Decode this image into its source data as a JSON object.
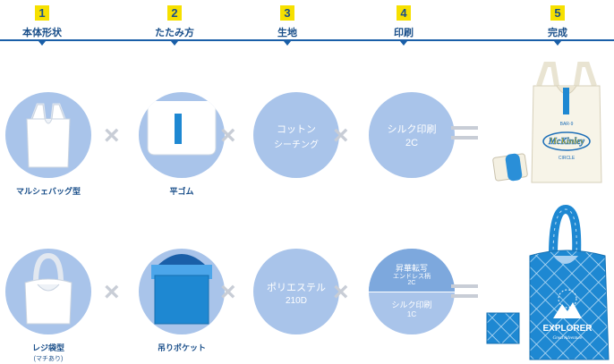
{
  "steps": [
    {
      "num": "1",
      "label": "本体形状"
    },
    {
      "num": "2",
      "label": "たたみ方"
    },
    {
      "num": "3",
      "label": "生地"
    },
    {
      "num": "4",
      "label": "印刷"
    },
    {
      "num": "5",
      "label": "完成"
    }
  ],
  "row1": {
    "shape_caption": "マルシェバッグ型",
    "fold_caption": "平ゴム",
    "fabric_line1": "コットン",
    "fabric_line2": "シーチング",
    "print_line1": "シルク印刷",
    "print_line2": "2C",
    "product_print": {
      "top_text": "BAR-9",
      "logo_text": "McKinley",
      "sub_text": "CIRCLE"
    }
  },
  "row2": {
    "shape_caption": "レジ袋型",
    "shape_caption_sub": "(マチあり)",
    "fold_caption": "吊りポケット",
    "fabric_line1": "ポリエステル",
    "fabric_line2": "210D",
    "print_top_line1": "昇華転写",
    "print_top_line2": "エンドレス柄",
    "print_top_line3": "2C",
    "print_bottom_line1": "シルク印刷",
    "print_bottom_line2": "1C",
    "product_print": {
      "logo_text": "EXPLORER",
      "sub_text": "Great Adventure"
    }
  },
  "colors": {
    "accent": "#1a5fa8",
    "circle": "#a9c4ea",
    "step_badge": "#f6e000",
    "bag_blue": "#1e88d2",
    "operator": "#c8cdd6"
  }
}
